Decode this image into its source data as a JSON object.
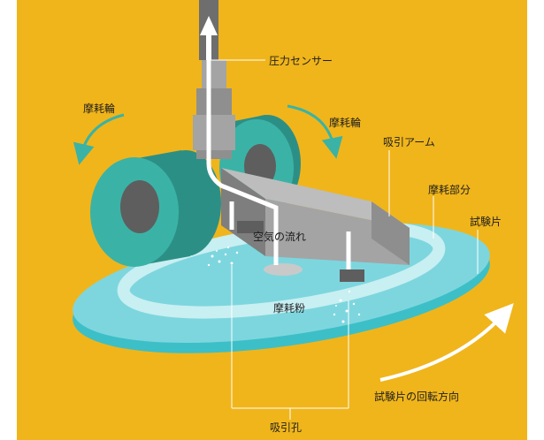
{
  "colors": {
    "background": "#F0B51B",
    "specimen": "#7DD6DE",
    "specimen_edge": "#3DBFC7",
    "wheel_face": "#3AB3A6",
    "wheel_side": "#2C8F86",
    "arm": "#A4A4A4",
    "arm_dark": "#7E7E7E",
    "arrows": "#FFFFFF"
  },
  "labels": {
    "pressure_sensor": "圧力センサー",
    "abrasive_wheel_left": "摩耗輪",
    "abrasive_wheel_right": "摩耗輪",
    "suction_arm": "吸引アーム",
    "abrasion_area": "摩耗部分",
    "specimen": "試験片",
    "airflow": "空気の流れ",
    "abrasion_powder": "摩耗粉",
    "rotation_direction": "試験片の回転方向",
    "suction_hole": "吸引孔"
  },
  "icons": {
    "wheel_left_rotation": "curved-arrow-icon",
    "wheel_right_rotation": "curved-arrow-icon",
    "specimen_rotation": "curved-arrow-icon",
    "airflow_up": "up-arrow-icon"
  }
}
